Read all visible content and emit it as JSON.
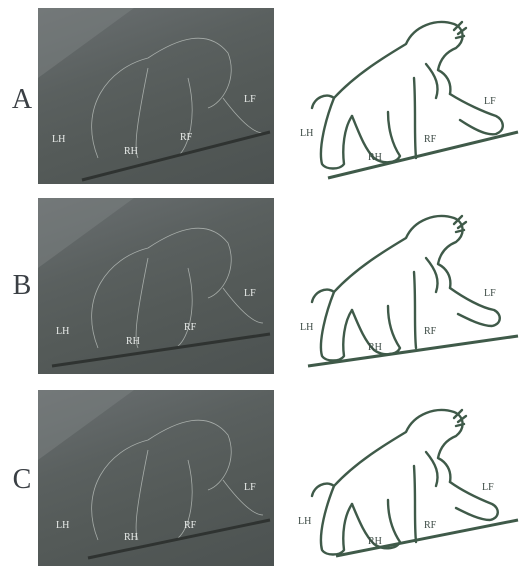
{
  "panels": [
    {
      "label": "A",
      "photo_labels": {
        "lf": "LF",
        "lh": "LH",
        "rh": "RH",
        "rf": "RF"
      },
      "drawing_labels": {
        "lf": "LF",
        "lh": "LH",
        "rh": "RH",
        "rf": "RF"
      }
    },
    {
      "label": "B",
      "photo_labels": {
        "lf": "LF",
        "lh": "LH",
        "rh": "RH",
        "rf": "RF"
      },
      "drawing_labels": {
        "lf": "LF",
        "lh": "LH",
        "rh": "RH",
        "rf": "RF"
      }
    },
    {
      "label": "C",
      "photo_labels": {
        "lf": "LF",
        "lh": "LH",
        "rh": "RH",
        "rf": "RF"
      },
      "drawing_labels": {
        "lf": "LF",
        "lh": "LH",
        "rh": "RH",
        "rf": "RF"
      }
    }
  ],
  "colors": {
    "outline": "#3f5a49",
    "photo_bg": "#5a605f",
    "photo_line": "#2f3331",
    "label": "#3a3f44"
  }
}
